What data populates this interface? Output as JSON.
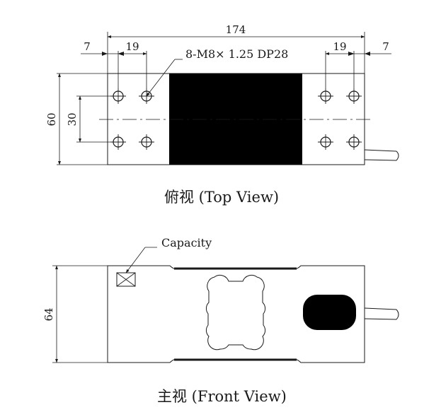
{
  "top_view": {
    "caption": "俯视 (Top View)",
    "dims": {
      "overall_length": "174",
      "edge_left": "7",
      "pitch_left": "19",
      "edge_right": "7",
      "pitch_right": "19",
      "width": "60",
      "hole_spacing": "30"
    },
    "hole_callout": "8-M8× 1.25 DP28"
  },
  "front_view": {
    "caption": "主视 (Front View)",
    "dims": {
      "height": "64"
    },
    "capacity_label": "Capacity"
  }
}
